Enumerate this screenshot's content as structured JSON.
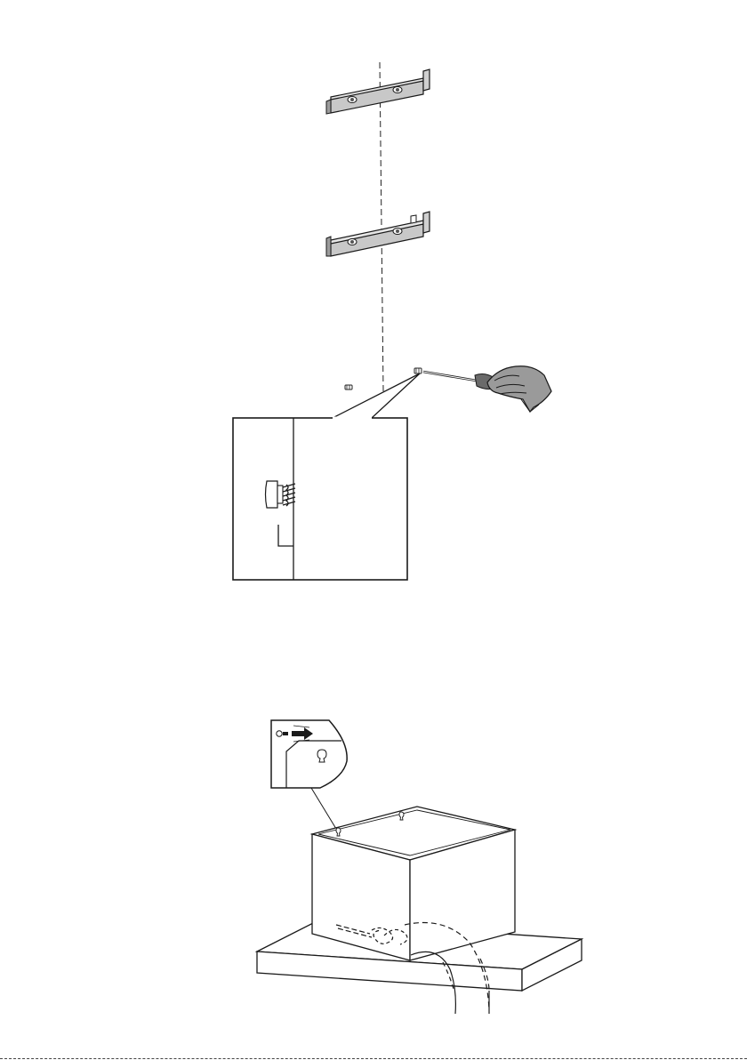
{
  "page": {
    "kind": "installation-manual-illustration",
    "background_color": "#ffffff",
    "line_color": "#1a1a1a",
    "bracket_fill": "#c8c8c8",
    "glove_fill": "#9a9a9a"
  },
  "figures": [
    {
      "name": "bracket-mounting-figure",
      "parts": [
        "upper-bracket",
        "lower-bracket",
        "plumb-line",
        "wall-screw-left",
        "wall-screw-right",
        "screwdriver",
        "gloved-hand",
        "screw-detail-callout"
      ]
    },
    {
      "name": "hood-hanging-figure",
      "parts": [
        "keyhole-detail-callout",
        "chimney-box",
        "hood-base-plate",
        "power-cable"
      ]
    }
  ]
}
